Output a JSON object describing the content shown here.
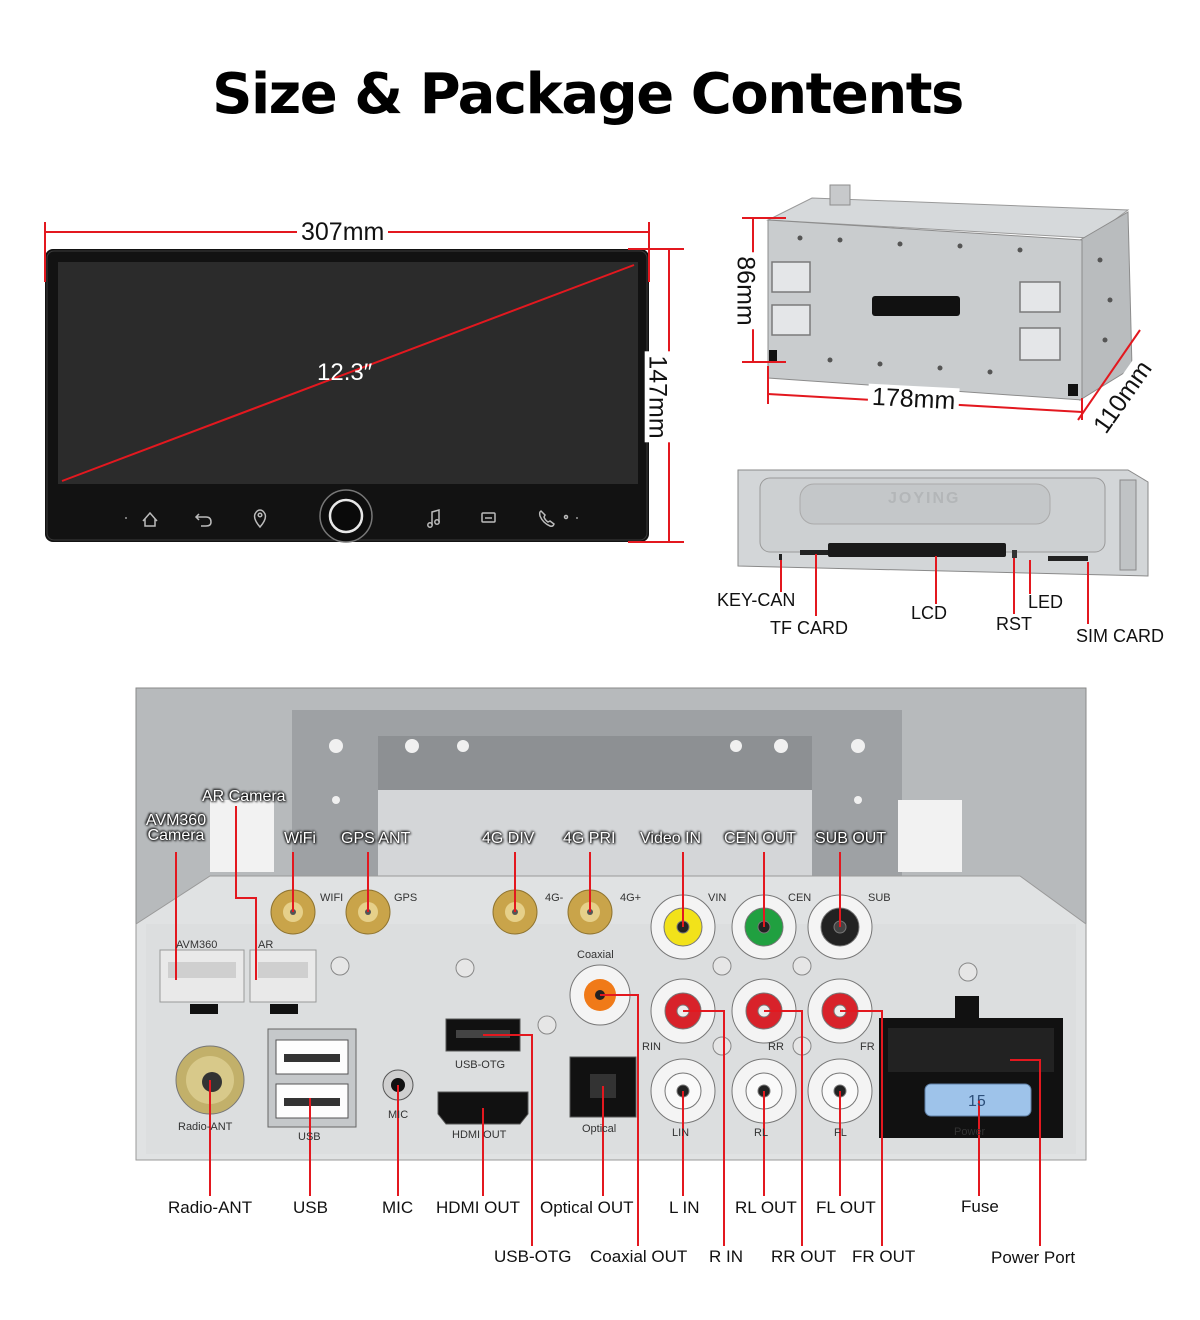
{
  "title": "Size & Package Contents",
  "screen": {
    "width_label": "307mm",
    "height_label": "147mm",
    "diagonal_label": "12.3″",
    "buttons": [
      "home-icon",
      "back-icon",
      "location-icon",
      "volume-knob",
      "music-icon",
      "radio-icon",
      "phone-icon"
    ]
  },
  "chassis": {
    "height_label": "86mm",
    "width_label": "178mm",
    "depth_label": "110mm"
  },
  "side_panel": {
    "brand": "JOYING",
    "labels": {
      "key_can": "KEY-CAN",
      "tf_card": "TF CARD",
      "lcd": "LCD",
      "rst": "RST",
      "led": "LED",
      "sim_card": "SIM CARD"
    }
  },
  "rear_panel": {
    "top_labels": {
      "ar_camera": "AR Camera",
      "avm360_camera": "AVM360 Camera",
      "wifi": "WiFi",
      "gps_ant": "GPS ANT",
      "div_4g": "4G DIV",
      "pri_4g": "4G PRI",
      "video_in": "Video IN",
      "cen_out": "CEN OUT",
      "sub_out": "SUB OUT"
    },
    "panel_print": {
      "avm360": "AVM360",
      "ar": "AR",
      "wifi": "WIFI",
      "gps": "GPS",
      "g4m": "4G-",
      "g4p": "4G+",
      "vin": "VIN",
      "cen": "CEN",
      "sub": "SUB",
      "coaxial": "Coaxial",
      "rin": "RIN",
      "rr": "RR",
      "fr": "FR",
      "radio_ant": "Radio-ANT",
      "usb": "USB",
      "mic": "MIC",
      "usb_otg": "USB-OTG",
      "hdmi_out": "HDMI OUT",
      "optical": "Optical",
      "lin": "LIN",
      "rl": "RL",
      "fl": "FL",
      "power": "Power",
      "fuse_value": "15"
    },
    "bottom_labels": {
      "radio_ant": "Radio-ANT",
      "usb": "USB",
      "mic": "MIC",
      "hdmi_out": "HDMI OUT",
      "optical_out": "Optical OUT",
      "l_in": "L IN",
      "rl_out": "RL OUT",
      "fl_out": "FL OUT",
      "fuse": "Fuse",
      "usb_otg": "USB-OTG",
      "coaxial_out": "Coaxial OUT",
      "r_in": "R IN",
      "rr_out": "RR OUT",
      "fr_out": "FR OUT",
      "power_port": "Power Port"
    }
  },
  "colors": {
    "dimension_line": "#e3181f",
    "screen_bezel": "#111111",
    "screen_glass": "#2a2a2a",
    "chassis_metal": "#c9ccce",
    "panel_silver": "#dcdedf",
    "rca_yellow": "#f2e21a",
    "rca_green": "#20a040",
    "rca_red": "#d8222a",
    "rca_orange": "#f07a18",
    "gold": "#c9a44a"
  }
}
